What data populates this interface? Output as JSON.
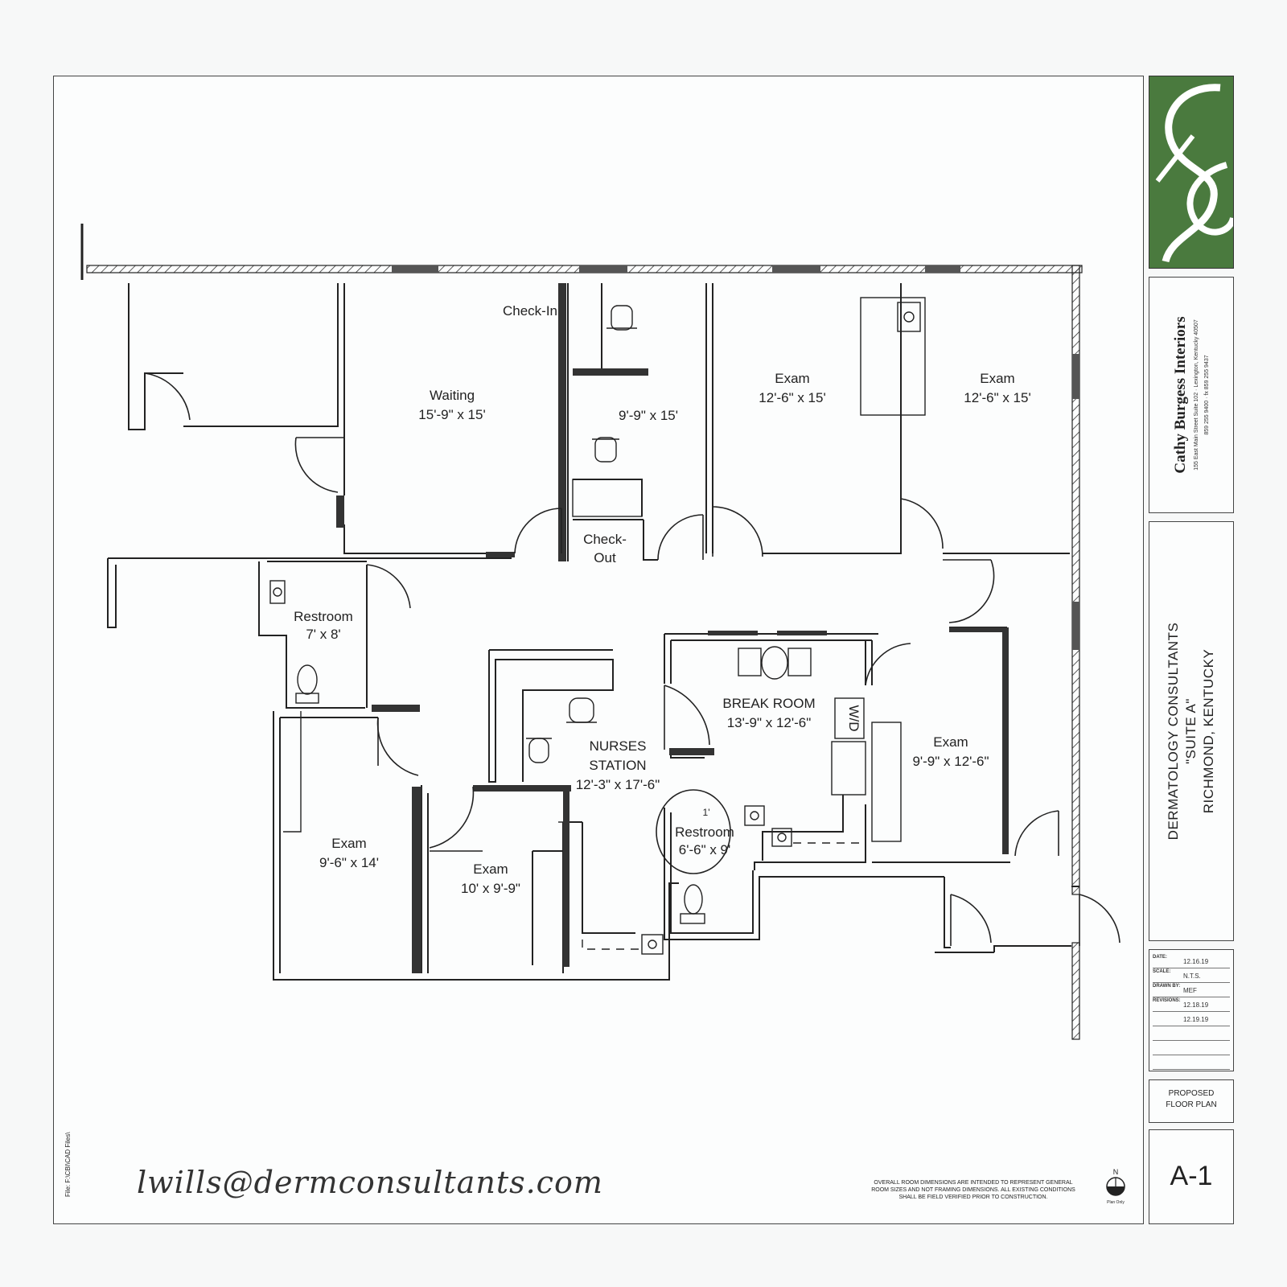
{
  "rooms": {
    "checkin": {
      "label": "Check-In"
    },
    "waiting": {
      "label": "Waiting",
      "size": "15'-9\" x 15'"
    },
    "office": {
      "size": "9'-9\" x 15'"
    },
    "exam_a": {
      "label": "Exam",
      "size": "12'-6\" x 15'"
    },
    "exam_b": {
      "label": "Exam",
      "size": "12'-6\" x 15'"
    },
    "checkout": {
      "line1": "Check-",
      "line2": "Out"
    },
    "restroom_1": {
      "label": "Restroom",
      "size": "7' x 8'"
    },
    "break_room": {
      "label": "BREAK ROOM",
      "size": "13'-9\" x 12'-6\""
    },
    "wd": {
      "label": "W/D"
    },
    "exam_c": {
      "label": "Exam",
      "size": "9'-9\" x 12'-6\""
    },
    "nurses": {
      "line1": "NURSES",
      "line2": "STATION",
      "size": "12'-3\" x 17'-6\""
    },
    "restroom_2": {
      "label": "Restroom",
      "size": "6'-6\" x 9'",
      "clearance": "1'"
    },
    "exam_d": {
      "label": "Exam",
      "size": "9'-6\" x 14'"
    },
    "exam_e": {
      "label": "Exam",
      "size": "10' x 9'-9\""
    }
  },
  "title_block": {
    "firm_name": "Cathy Burgess Interiors",
    "firm_address": "155 East Main Street Suite 102 · Lexington, Kentucky 40507",
    "firm_phone": "859 255 9400 · fx 859 255 9437",
    "project_line1": "DERMATOLOGY CONSULTANTS",
    "project_line2": "\"SUITE A\"",
    "project_line3": "RICHMOND, KENTUCKY",
    "date_label": "DATE:",
    "date": "12.16.19",
    "scale_label": "SCALE:",
    "scale": "N.T.S.",
    "drawn_label": "DRAWN BY:",
    "drawn_by": "MEF",
    "revisions_label": "REVISIONS:",
    "revision_1": "12.18.19",
    "revision_2": "12.19.19",
    "sheet_title_line1": "PROPOSED",
    "sheet_title_line2": "FLOOR PLAN",
    "sheet_number": "A-1"
  },
  "notes": {
    "line1": "OVERALL ROOM DIMENSIONS ARE INTENDED TO REPRESENT GENERAL",
    "line2": "ROOM SIZES AND NOT FRAMING DIMENSIONS.  ALL EXISTING CONDITIONS",
    "line3": "SHALL BE FIELD VERIFIED PRIOR TO CONSTRUCTION."
  },
  "north": {
    "label": "N",
    "caption": "Plan Only"
  },
  "handwriting": {
    "email": "lwills@dermconsultants.com"
  },
  "file_path": "File: F:\\CBI\\CAD Files\\",
  "colors": {
    "brand_green": "#4a7a3e",
    "line": "#222222",
    "paper": "#fcfdfd"
  }
}
